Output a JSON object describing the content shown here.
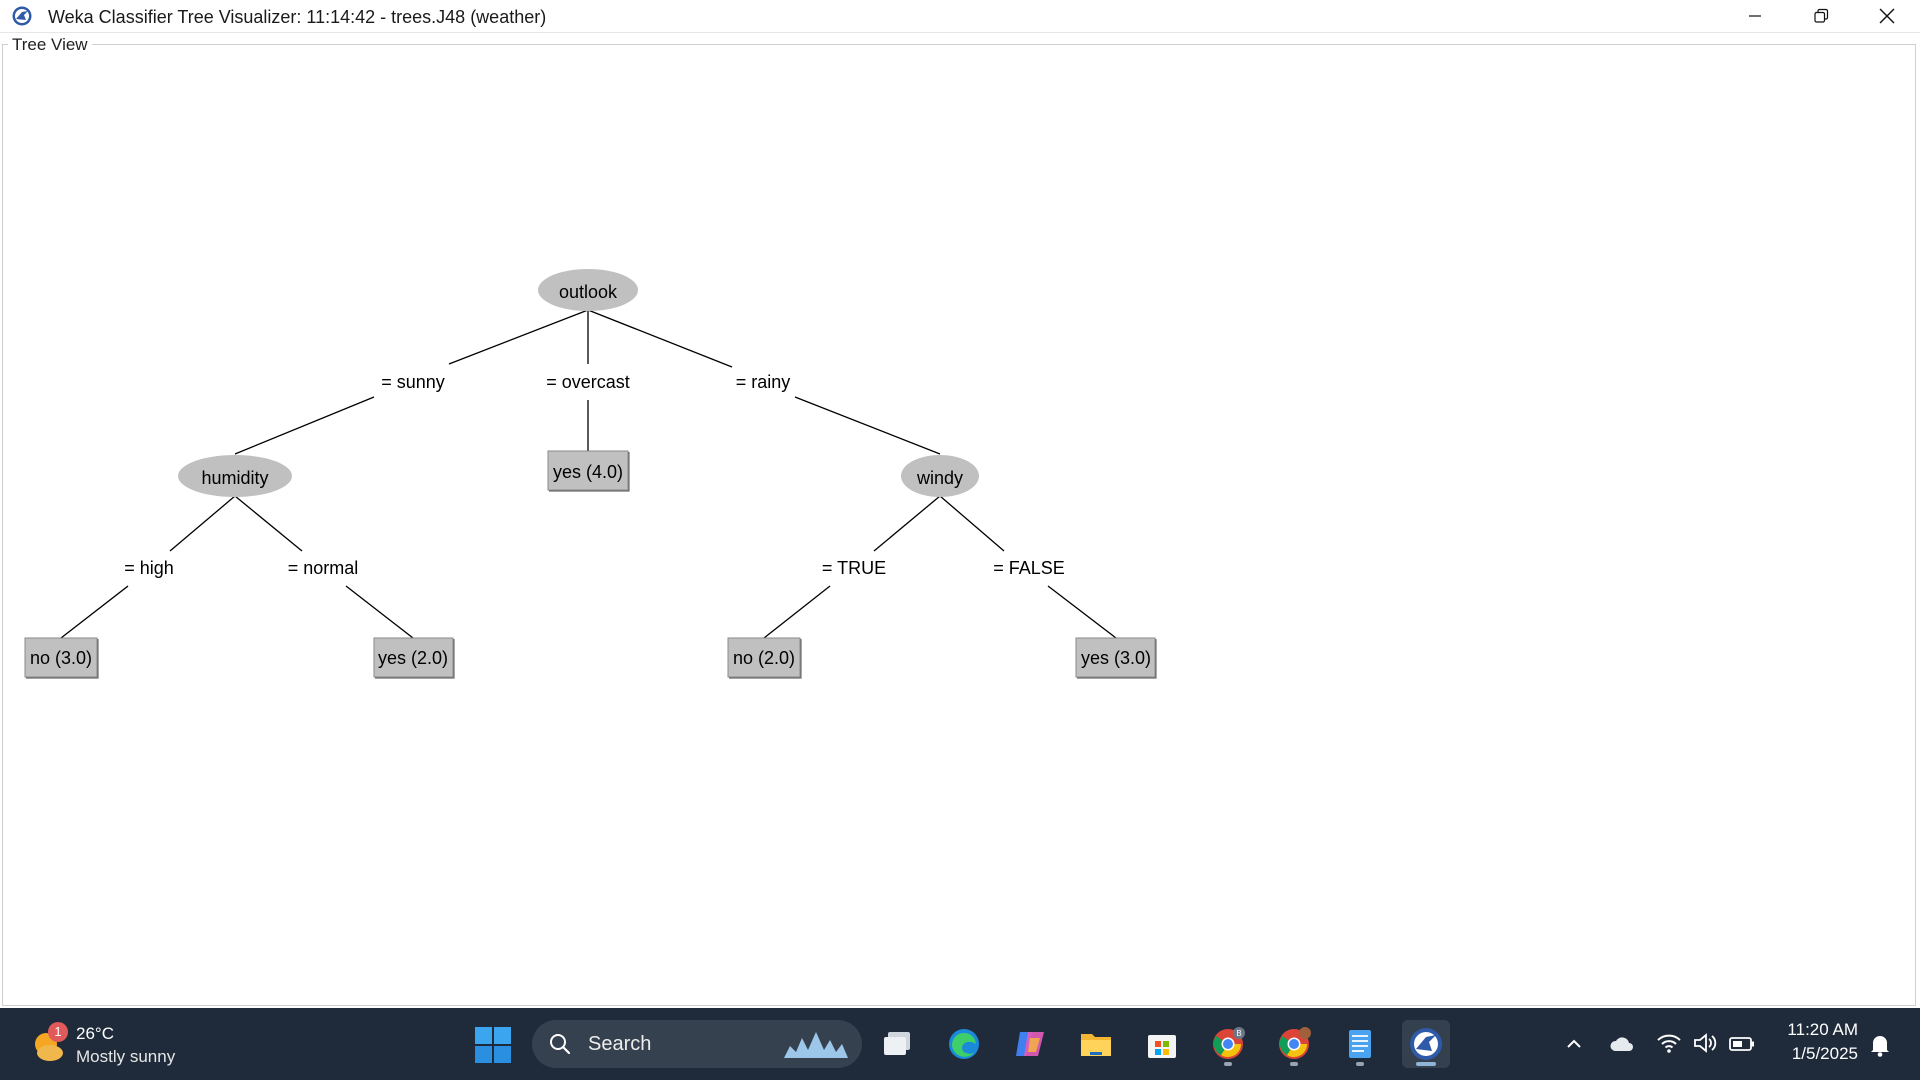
{
  "window": {
    "title": "Weka Classifier Tree Visualizer: 11:14:42 - trees.J48 (weather)"
  },
  "panel": {
    "legend": "Tree View"
  },
  "tree": {
    "nodes": [
      {
        "id": "outlook",
        "label": "outlook",
        "type": "attribute"
      },
      {
        "id": "humidity",
        "label": "humidity",
        "type": "attribute"
      },
      {
        "id": "overcast-leaf",
        "label": "yes (4.0)",
        "type": "leaf"
      },
      {
        "id": "windy",
        "label": "windy",
        "type": "attribute"
      },
      {
        "id": "high-leaf",
        "label": "no (3.0)",
        "type": "leaf"
      },
      {
        "id": "normal-leaf",
        "label": "yes (2.0)",
        "type": "leaf"
      },
      {
        "id": "true-leaf",
        "label": "no (2.0)",
        "type": "leaf"
      },
      {
        "id": "false-leaf",
        "label": "yes (3.0)",
        "type": "leaf"
      }
    ],
    "edges": [
      {
        "from": "outlook",
        "to": "humidity",
        "label": "= sunny"
      },
      {
        "from": "outlook",
        "to": "overcast-leaf",
        "label": "= overcast"
      },
      {
        "from": "outlook",
        "to": "windy",
        "label": "= rainy"
      },
      {
        "from": "humidity",
        "to": "high-leaf",
        "label": "= high"
      },
      {
        "from": "humidity",
        "to": "normal-leaf",
        "label": "= normal"
      },
      {
        "from": "windy",
        "to": "true-leaf",
        "label": "= TRUE"
      },
      {
        "from": "windy",
        "to": "false-leaf",
        "label": "= FALSE"
      }
    ]
  },
  "taskbar": {
    "weather": {
      "temp": "26°C",
      "condition": "Mostly sunny",
      "badge": "1"
    },
    "search": {
      "placeholder": "Search"
    },
    "apps": [
      {
        "name": "task-view",
        "icon": "task-view-icon"
      },
      {
        "name": "edge",
        "icon": "edge-icon"
      },
      {
        "name": "copilot",
        "icon": "copilot-icon"
      },
      {
        "name": "file-explorer",
        "icon": "folder-icon"
      },
      {
        "name": "microsoft-store",
        "icon": "store-icon"
      },
      {
        "name": "chrome-profile-b",
        "icon": "chrome-icon"
      },
      {
        "name": "chrome-profile-2",
        "icon": "chrome-icon"
      },
      {
        "name": "notepad",
        "icon": "notepad-icon"
      },
      {
        "name": "weka",
        "icon": "weka-icon"
      }
    ],
    "clock": {
      "time": "11:20 AM",
      "date": "1/5/2025"
    }
  }
}
